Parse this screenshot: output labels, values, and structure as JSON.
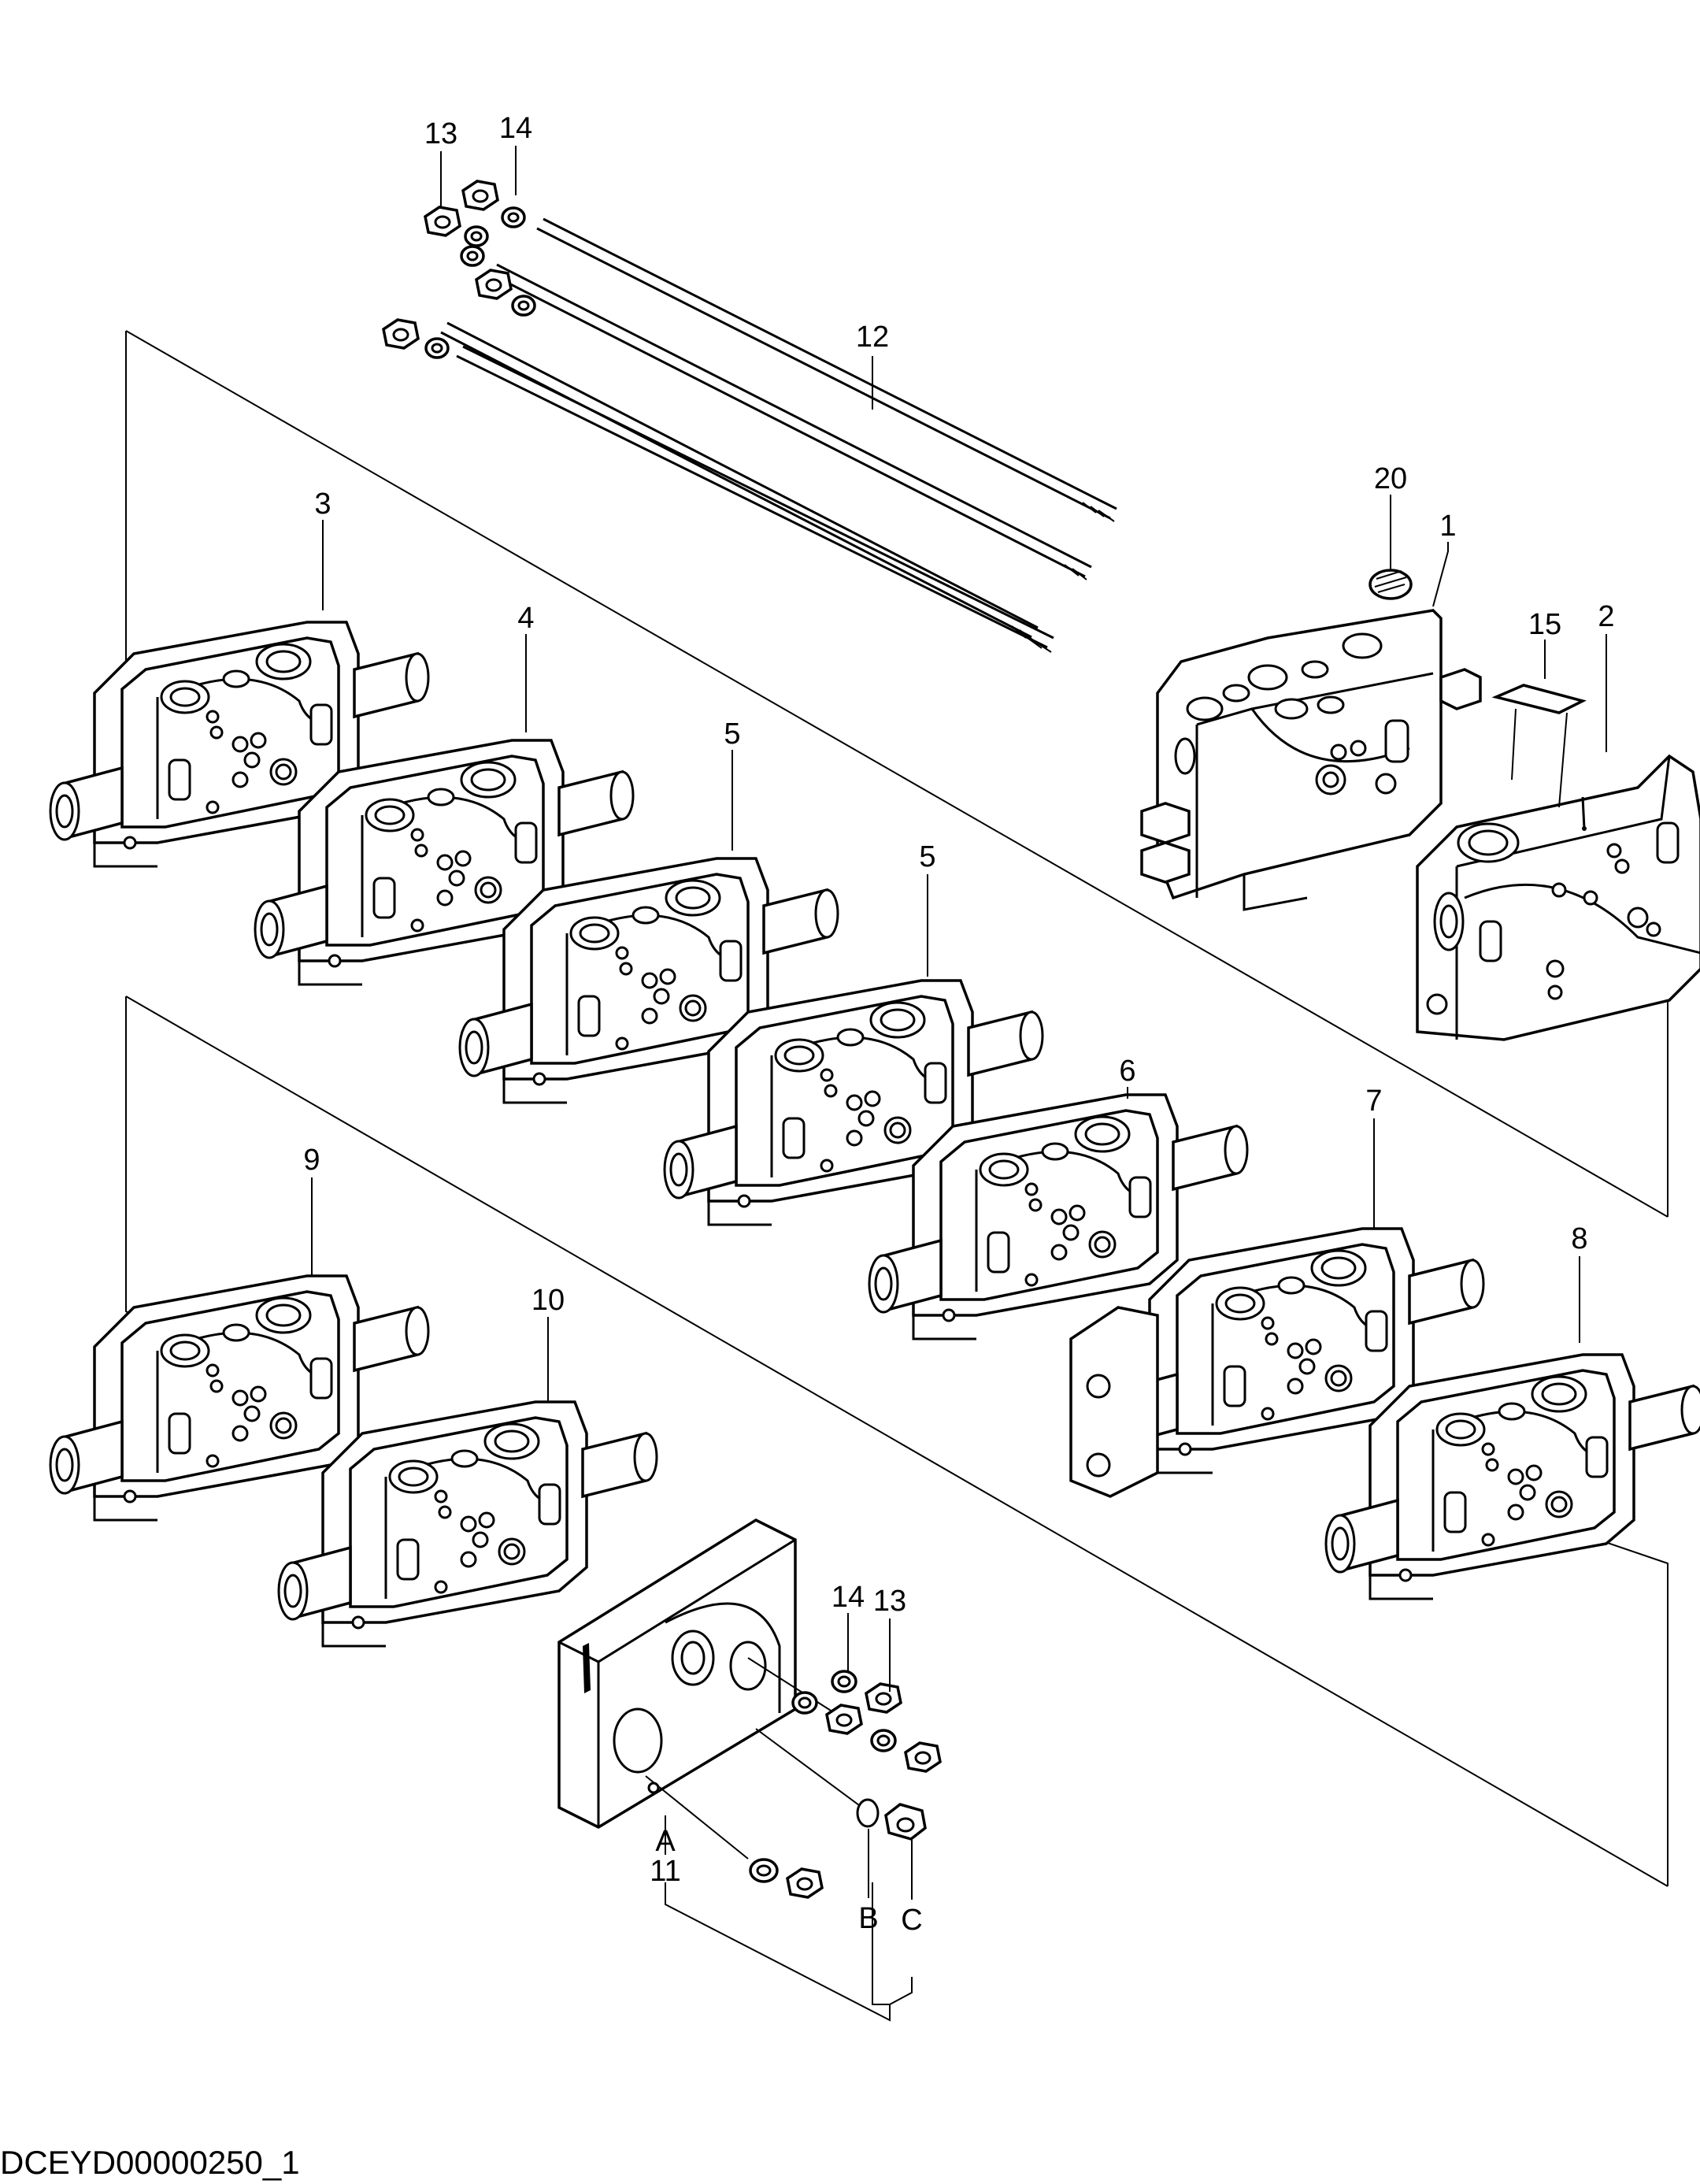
{
  "drawing_code": "DCEYD00000250_1",
  "labels": {
    "p1": "1",
    "p2": "2",
    "p3": "3",
    "p4": "4",
    "p5a": "5",
    "p5b": "5",
    "p6": "6",
    "p7": "7",
    "p8": "8",
    "p9": "9",
    "p10": "10",
    "p11": "11",
    "p12": "12",
    "p13a": "13",
    "p13b": "13",
    "p14a": "14",
    "p14b": "14",
    "p15": "15",
    "p20": "20",
    "pA": "A",
    "pB": "B",
    "pC": "C"
  }
}
